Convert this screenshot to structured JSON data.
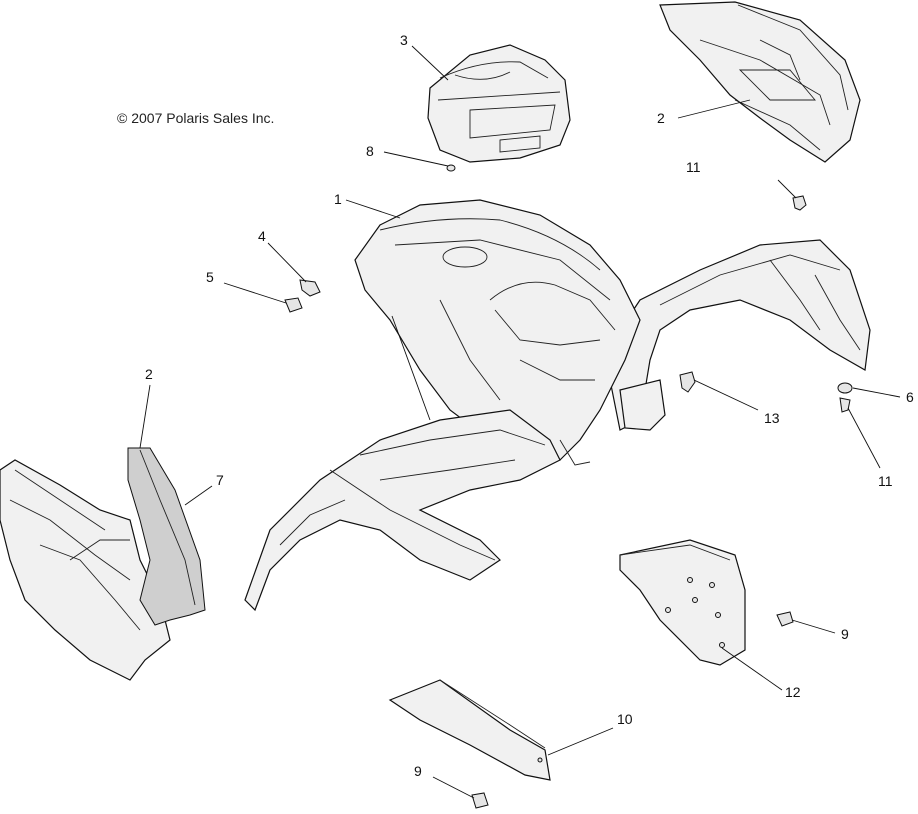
{
  "copyright": "© 2007 Polaris Sales Inc.",
  "callouts": {
    "c1": "1",
    "c2a": "2",
    "c2b": "2",
    "c3": "3",
    "c4": "4",
    "c5": "5",
    "c6": "6",
    "c7": "7",
    "c8": "8",
    "c9a": "9",
    "c9b": "9",
    "c10": "10",
    "c11a": "11",
    "c11b": "11",
    "c12": "12",
    "c13": "13"
  }
}
